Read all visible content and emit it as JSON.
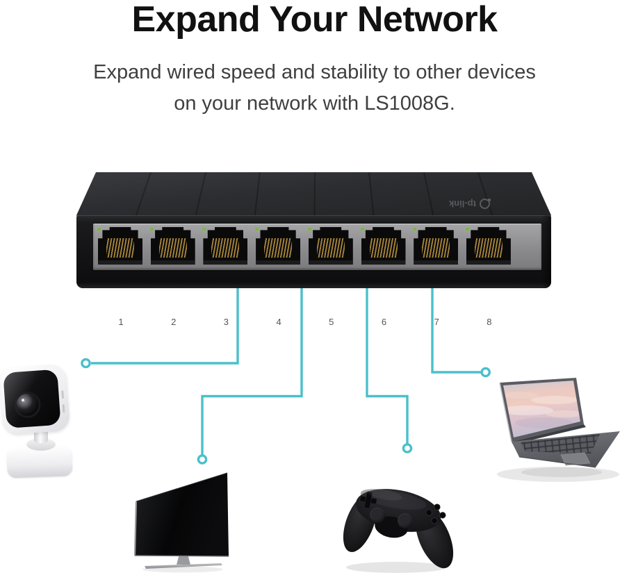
{
  "header": {
    "title": "Expand Your Network",
    "subtitle_line1": "Expand wired speed and stability to other devices",
    "subtitle_line2": "on your network with LS1008G."
  },
  "switch": {
    "brand": "tp-link",
    "model": "LS1008G",
    "port_labels": [
      "1",
      "2",
      "3",
      "4",
      "5",
      "6",
      "7",
      "8"
    ],
    "led_color": "#7db34c",
    "body_color": "#141416",
    "port_panel_color": "#8b8b8e",
    "pin_color": "#b08d3e"
  },
  "connections": [
    {
      "device": "security-camera",
      "icon": "security-camera-icon"
    },
    {
      "device": "television",
      "icon": "tv-icon"
    },
    {
      "device": "game-controller",
      "icon": "game-controller-icon"
    },
    {
      "device": "laptop",
      "icon": "laptop-icon"
    }
  ],
  "colors": {
    "background": "#ffffff",
    "accent_teal": "#49c0ca",
    "title_text": "#111111",
    "subtitle_text": "#3f3f41"
  }
}
